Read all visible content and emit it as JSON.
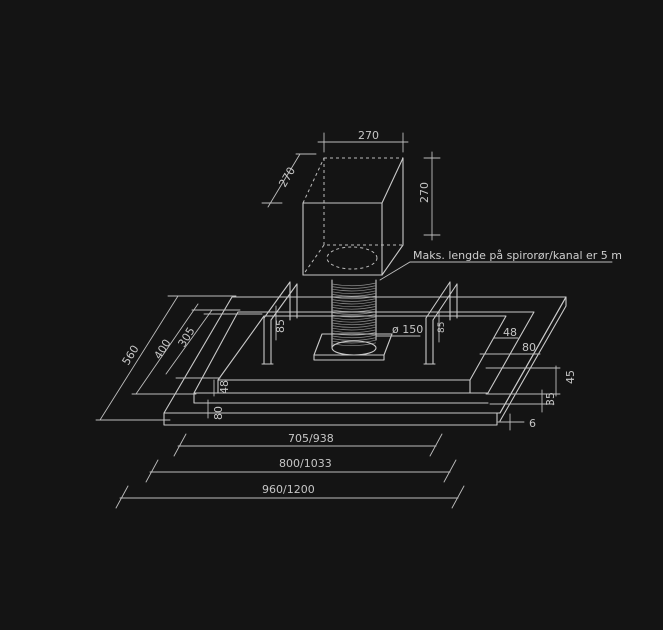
{
  "diagram": {
    "note": "Maks. lengde på spirorør/kanal er 5 m",
    "chimney": {
      "width": "270",
      "depth": "270",
      "height": "270"
    },
    "duct_diameter": "ø 150",
    "dims": {
      "d560": "560",
      "d400": "400",
      "d305": "305",
      "d85a": "85",
      "d85b": "85",
      "d48a": "48",
      "d80a": "80",
      "d45": "45",
      "d35": "35",
      "d6": "6",
      "d48b": "48",
      "d80b": "80",
      "w1": "705/938",
      "w2": "800/1033",
      "w3": "960/1200"
    }
  }
}
